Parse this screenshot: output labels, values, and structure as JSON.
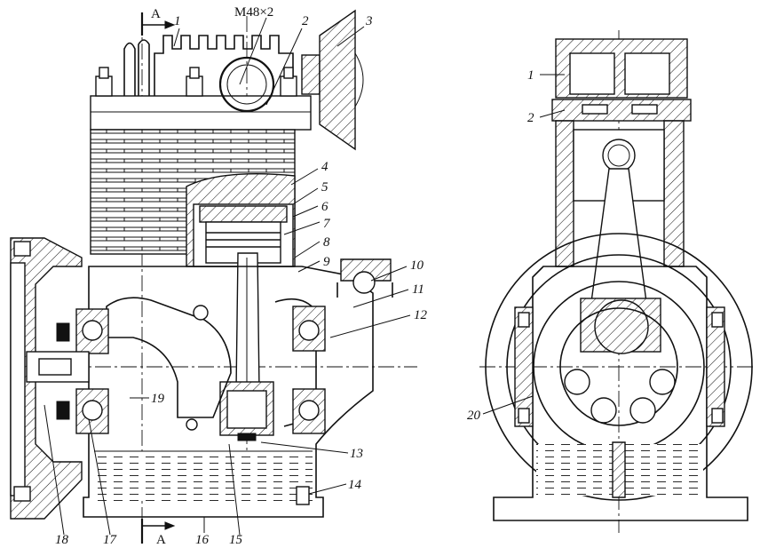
{
  "thread_label": "M48×2",
  "section_marks": {
    "top": "A",
    "bottom": "A"
  },
  "left_view_labels": [
    "1",
    "2",
    "3",
    "4",
    "5",
    "6",
    "7",
    "8",
    "9",
    "10",
    "11",
    "12",
    "13",
    "14",
    "15",
    "16",
    "17",
    "18",
    "19"
  ],
  "right_view_labels": [
    "1",
    "2",
    "20"
  ]
}
